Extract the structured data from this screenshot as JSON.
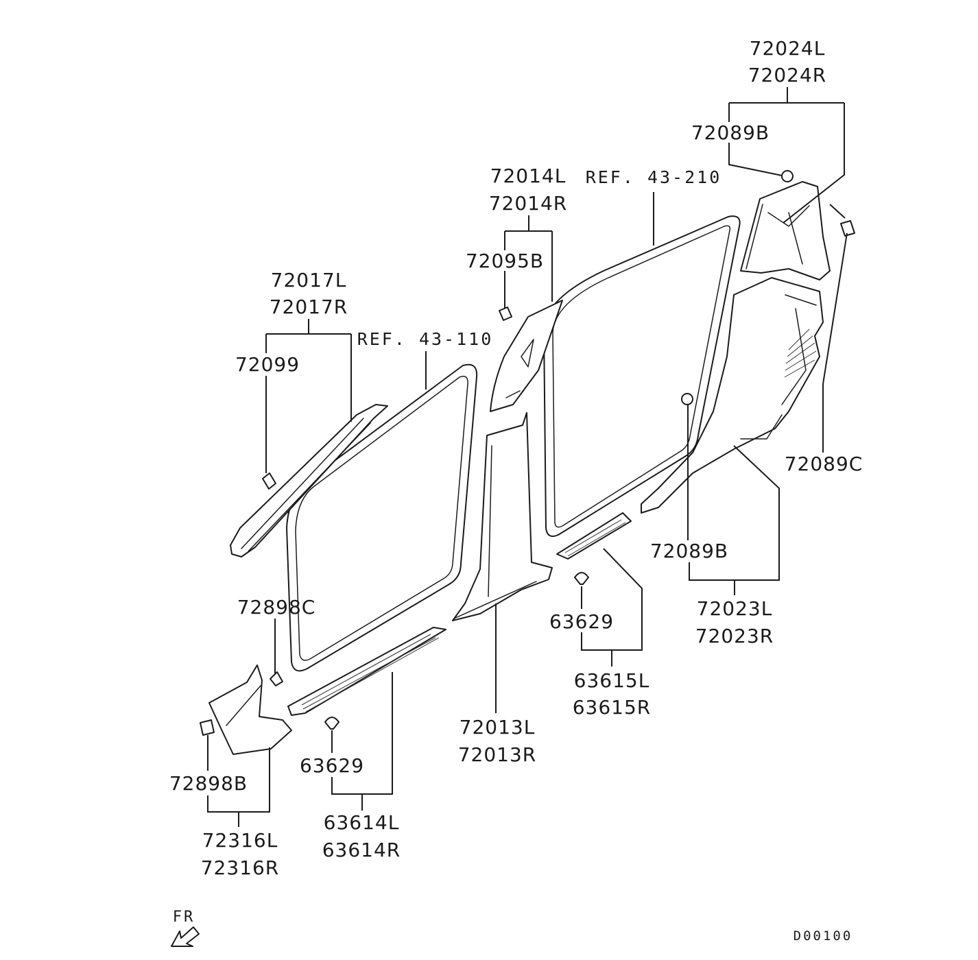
{
  "diagram": {
    "labels": {
      "p72024L": "72024L",
      "p72024R": "72024R",
      "p72089B_top": "72089B",
      "p72014L": "72014L",
      "p72014R": "72014R",
      "ref_43_210": "REF. 43-210",
      "p72095B": "72095B",
      "p72017L": "72017L",
      "p72017R": "72017R",
      "ref_43_110": "REF. 43-110",
      "p72099": "72099",
      "p72089C": "72089C",
      "p72089B_mid": "72089B",
      "p72023L": "72023L",
      "p72023R": "72023R",
      "p72898C": "72898C",
      "p63629_right": "63629",
      "p63615L": "63615L",
      "p63615R": "63615R",
      "p72013L": "72013L",
      "p72013R": "72013R",
      "p72898B": "72898B",
      "p63629_left": "63629",
      "p63614L": "63614L",
      "p63614R": "63614R",
      "p72316L": "72316L",
      "p72316R": "72316R",
      "fr": "FR",
      "diagram_code": "D00100"
    }
  }
}
